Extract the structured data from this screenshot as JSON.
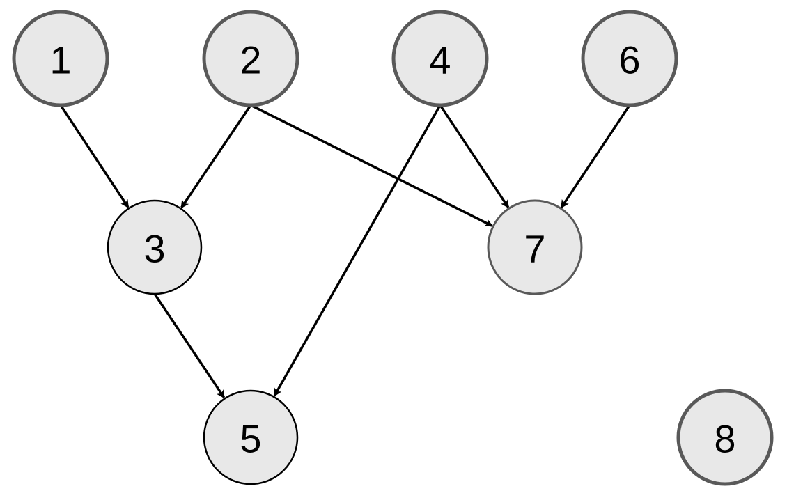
{
  "colors": {
    "node_fill": "#e8e8e8",
    "node_stroke_dark": "#595959",
    "node_stroke_black": "#000000",
    "edge": "#000000",
    "label": "#000000"
  },
  "nodes": [
    {
      "id": "1",
      "label": "1",
      "stroke": "dark"
    },
    {
      "id": "2",
      "label": "2",
      "stroke": "dark"
    },
    {
      "id": "4",
      "label": "4",
      "stroke": "dark"
    },
    {
      "id": "6",
      "label": "6",
      "stroke": "dark"
    },
    {
      "id": "3",
      "label": "3",
      "stroke": "black"
    },
    {
      "id": "7",
      "label": "7",
      "stroke": "dark"
    },
    {
      "id": "5",
      "label": "5",
      "stroke": "black"
    },
    {
      "id": "8",
      "label": "8",
      "stroke": "dark"
    }
  ],
  "edges": [
    {
      "from": "1",
      "to": "3"
    },
    {
      "from": "2",
      "to": "3"
    },
    {
      "from": "2",
      "to": "7"
    },
    {
      "from": "4",
      "to": "7"
    },
    {
      "from": "4",
      "to": "5"
    },
    {
      "from": "6",
      "to": "7"
    },
    {
      "from": "3",
      "to": "5"
    }
  ]
}
